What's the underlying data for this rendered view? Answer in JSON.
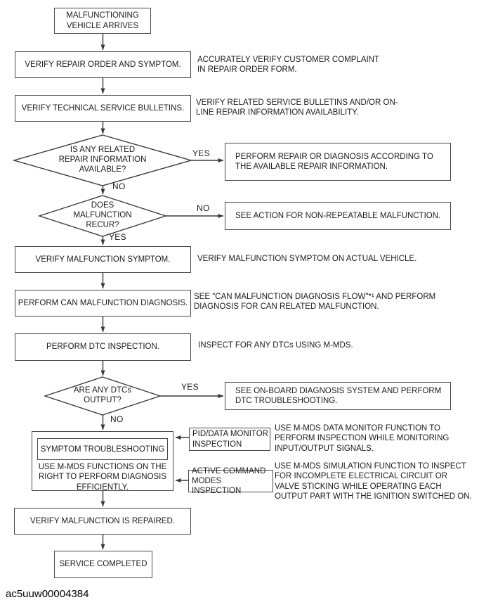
{
  "figure_id": "ac5uuw00004384",
  "colors": {
    "line": "#4a4a4a",
    "text": "#1c1c1c",
    "background": "#ffffff"
  },
  "labels": {
    "yes": "YES",
    "no": "NO"
  },
  "nodes": {
    "start": "MALFUNCTIONING\nVEHICLE ARRIVES",
    "verify_repair_order": "VERIFY REPAIR ORDER AND SYMPTOM.",
    "verify_tsb": "VERIFY TECHNICAL SERVICE BULLETINS.",
    "decision_repair_info": "IS ANY RELATED\nREPAIR INFORMATION\nAVAILABLE?",
    "perform_repair": "PERFORM REPAIR OR DIAGNOSIS ACCORDING TO\nTHE AVAILABLE REPAIR INFORMATION.",
    "decision_recur": "DOES\nMALFUNCTION\nRECUR?",
    "non_repeatable": "SEE ACTION FOR NON-REPEATABLE MALFUNCTION.",
    "verify_symptom": "VERIFY MALFUNCTION SYMPTOM.",
    "can_diagnosis": "PERFORM CAN MALFUNCTION DIAGNOSIS.",
    "dtc_inspection": "PERFORM DTC INSPECTION.",
    "decision_dtcs": "ARE ANY DTCs\nOUTPUT?",
    "obd_troubleshooting": "SEE ON-BOARD DIAGNOSIS SYSTEM AND PERFORM\nDTC TROUBLESHOOTING.",
    "symptom_troubleshooting_title": "SYMPTOM TROUBLESHOOTING",
    "symptom_troubleshooting_body": "USE M-MDS FUNCTIONS ON THE\nRIGHT TO PERFORM DIAGNOSIS\nEFFICIENTLY.",
    "pid_monitor": "PID/DATA MONITOR\nINSPECTION",
    "active_command": "ACTIVE COMMAND\nMODES INSPECTION",
    "verify_repaired": "VERIFY MALFUNCTION IS REPAIRED.",
    "service_completed": "SERVICE COMPLETED"
  },
  "annotations": {
    "repair_order_note": "ACCURATELY VERIFY CUSTOMER COMPLAINT\nIN REPAIR ORDER FORM.",
    "tsb_note": "VERIFY RELATED SERVICE BULLETINS AND/OR ON-\nLINE REPAIR INFORMATION AVAILABILITY.",
    "symptom_note": "VERIFY MALFUNCTION SYMPTOM ON ACTUAL VEHICLE.",
    "can_note": "SEE \"CAN MALFUNCTION DIAGNOSIS FLOW\"*¹ AND PERFORM\nDIAGNOSIS FOR CAN RELATED MALFUNCTION.",
    "dtc_note": "INSPECT FOR ANY DTCs USING M-MDS.",
    "pid_note": "USE M-MDS DATA MONITOR FUNCTION TO\nPERFORM INSPECTION WHILE MONITORING\nINPUT/OUTPUT SIGNALS.",
    "active_note": "USE M-MDS SIMULATION FUNCTION TO INSPECT\nFOR INCOMPLETE ELECTRICAL CIRCUIT OR\nVALVE STICKING WHILE OPERATING EACH\nOUTPUT PART WITH THE IGNITION SWITCHED ON."
  }
}
